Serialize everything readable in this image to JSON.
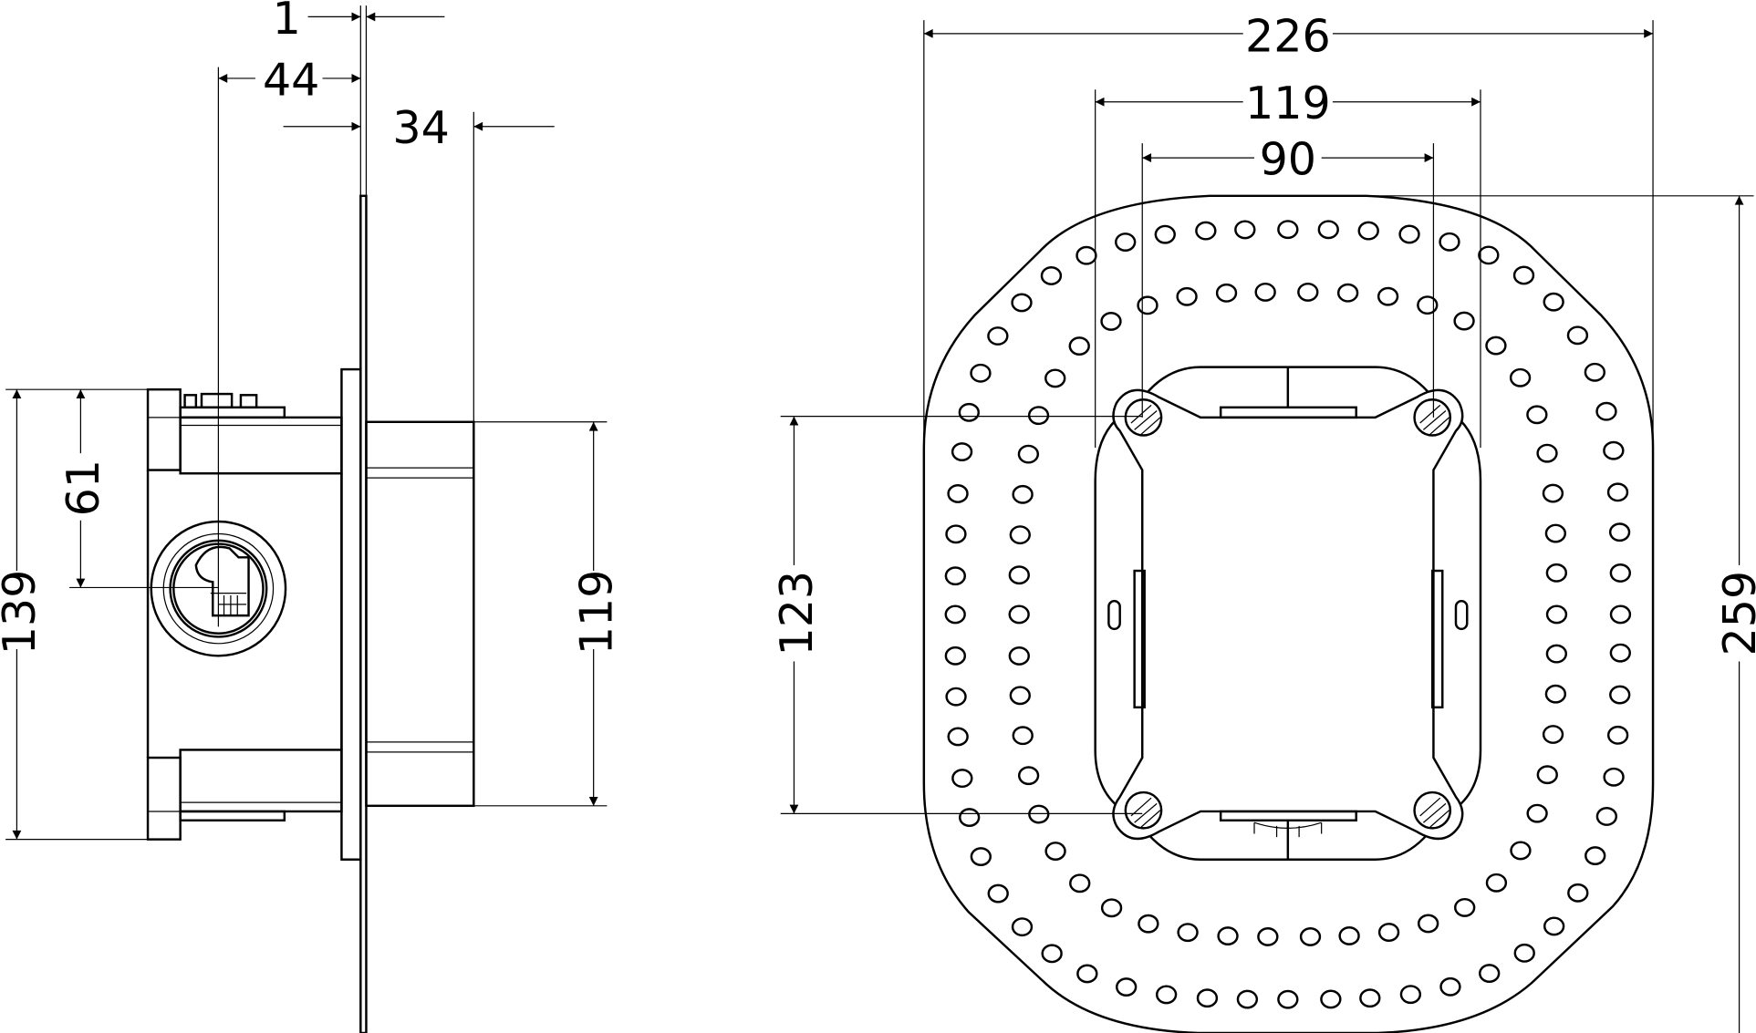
{
  "side_view": {
    "dim_plate_thickness": "1",
    "dim_pipe_axis_depth": "44",
    "dim_front_projection": "34",
    "dim_total_height": "139",
    "dim_pipe_axis_height": "61",
    "dim_front_height": "119"
  },
  "front_view": {
    "dim_plate_width": "226",
    "dim_housing_width": "119",
    "dim_screw_spacing_h": "90",
    "dim_screw_spacing_v": "123",
    "dim_plate_height": "259"
  },
  "colors": {
    "line": "#000000",
    "background": "#ffffff"
  }
}
